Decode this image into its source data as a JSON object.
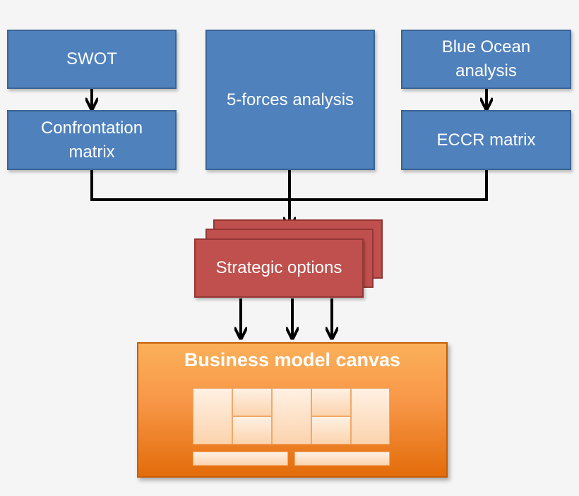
{
  "nodes": {
    "swot": "SWOT",
    "confrontation": "Confrontation matrix",
    "five_forces": "5-forces analysis",
    "blue_ocean": "Blue Ocean analysis",
    "eccr": "ECCR matrix",
    "strategic_options": "Strategic options",
    "business_model_canvas": "Business model canvas"
  },
  "colors": {
    "analysis_box": "#4f81bd",
    "options_box": "#c0504d",
    "canvas_box": "#f79646",
    "connector": "#000000",
    "background": "#f5f5f5"
  }
}
